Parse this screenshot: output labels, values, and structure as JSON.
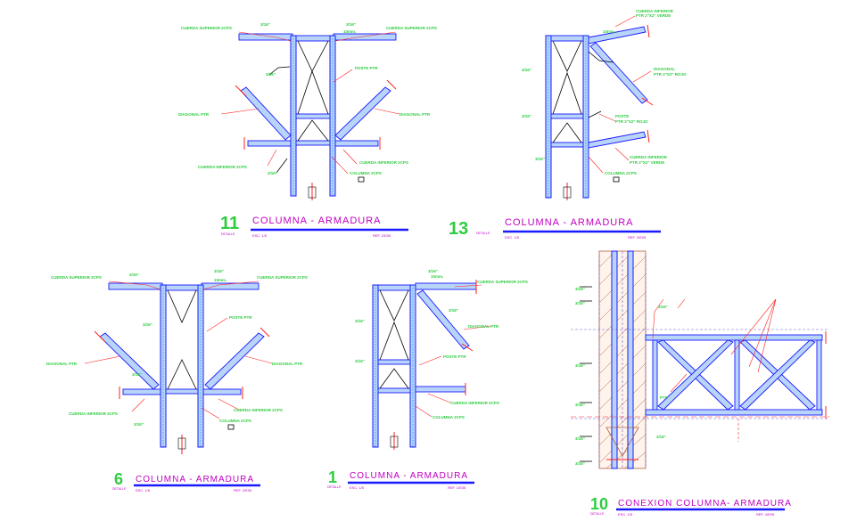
{
  "details": [
    {
      "id": "d11",
      "number": "11",
      "number_label": "DETALLE",
      "title": "COLUMNA  -  ARMADURA",
      "scale": "ESC. 1/5",
      "ref": "REF. 2/E05",
      "annotations": [
        "CUERDA SUPERIOR 2CPS",
        "CUERDA SUPERIOR 2CPS",
        "10mm.",
        "POSTE PTR",
        "DIAGONAL PTR",
        "DIAGONAL PTR",
        "CUERDA INFERIOR 2CPS",
        "CUERDA INFERIOR 2CPS",
        "COLUMNA 2CPS"
      ]
    },
    {
      "id": "d13",
      "number": "13",
      "number_label": "DETALLE",
      "title": "COLUMNA  -  ARMADURA",
      "scale": "ESC. 1/5",
      "ref": "REF. 2/E05",
      "annotations": [
        "CUERDA INFERIOR",
        "PTR 2\"X2\" VERDE",
        "10mm.",
        "DIAGONAL",
        "PTR 2\"X2\" ROJO",
        "POSTE",
        "PTR 2\"X2\" ROJO",
        "CUERDA INFERIOR",
        "PTR 2\"X2\" VERDE",
        "COLUMNA 2CPS"
      ]
    },
    {
      "id": "d6",
      "number": "6",
      "number_label": "DETALLE",
      "title": "COLUMNA  -  ARMADURA",
      "scale": "ESC. 1/5",
      "ref": "REF. 2/E05",
      "annotations": [
        "CUERDA SUPERIOR 2CPS",
        "CUERDA SUPERIOR 2CPS",
        "10mm.",
        "POSTE PTR",
        "DIAGONAL PTR",
        "DIAGONAL PTR",
        "CUERDA INFERIOR 2CPS",
        "CUERDA INFERIOR 2CPS",
        "COLUMNA 2CPS"
      ]
    },
    {
      "id": "d1",
      "number": "1",
      "number_label": "DETALLE",
      "title": "COLUMNA  -  ARMADURA",
      "scale": "ESC. 1/5",
      "ref": "REF. 1/E05",
      "annotations": [
        "10mm.",
        "CUERDA SUPERIOR 2CPS",
        "DIAGONAL PTR",
        "POSTE PTR",
        "CUERDA INFERIOR 2CPS",
        "COLUMNA 2CPS"
      ]
    },
    {
      "id": "d10",
      "number": "10",
      "number_label": "DETALLE",
      "title": "CONEXION COLUMNA-  ARMADURA",
      "scale": "ESC. 1/5",
      "ref": "REF. 4/E05",
      "annotations": [
        "PTR"
      ]
    }
  ],
  "weld_mark": "3/16\"",
  "colors": {
    "annotation": "#2ecc40",
    "title": "#c000c0",
    "underline": "#1a1aff",
    "member_outline": "#1a1aff",
    "member_fill": "#b8d4f8",
    "section_cut": "#ff2020"
  }
}
